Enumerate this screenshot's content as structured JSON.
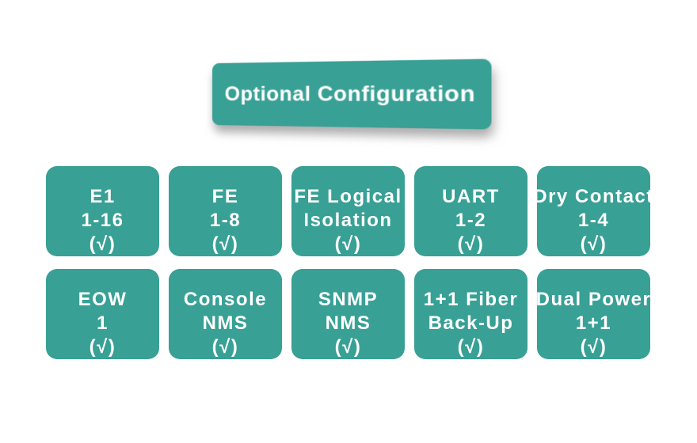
{
  "colors": {
    "accent_teal": "#38A095",
    "text_white": "#FFFFFF",
    "background": "#FFFFFF"
  },
  "banner": {
    "label": "Optional Configuration"
  },
  "boxes": [
    {
      "id": "e1",
      "line1": "E1",
      "line2": "1-16",
      "line3": "(√)"
    },
    {
      "id": "fe",
      "line1": "FE",
      "line2": "1-8",
      "line3": "(√)"
    },
    {
      "id": "fe-logical-isolation",
      "line1": "FE Logical",
      "line2": "Isolation",
      "line3": "(√)"
    },
    {
      "id": "uart",
      "line1": "UART",
      "line2": "1-2",
      "line3": "(√)"
    },
    {
      "id": "dry-contact",
      "line1": "Dry Contact",
      "line2": "1-4",
      "line3": "(√)"
    },
    {
      "id": "eow",
      "line1": "EOW",
      "line2": "1",
      "line3": "(√)"
    },
    {
      "id": "console-nms",
      "line1": "Console",
      "line2": "NMS",
      "line3": "(√)"
    },
    {
      "id": "snmp-nms",
      "line1": "SNMP",
      "line2": "NMS",
      "line3": "(√)"
    },
    {
      "id": "fiber-backup",
      "line1": "1+1 Fiber",
      "line2": "Back-Up",
      "line3": "(√)"
    },
    {
      "id": "dual-power",
      "line1": "Dual Power",
      "line2": "1+1",
      "line3": "(√)"
    }
  ]
}
